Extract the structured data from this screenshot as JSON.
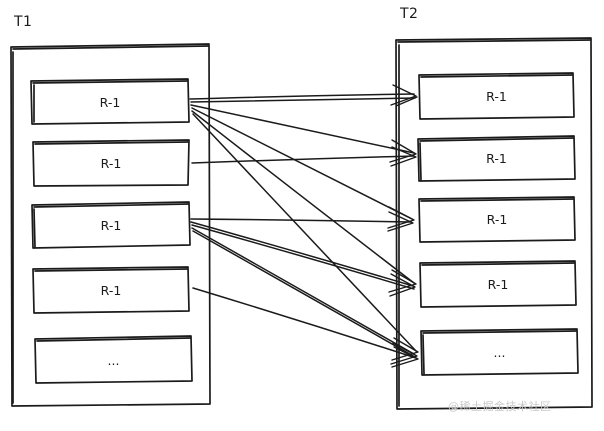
{
  "diagram": {
    "style": "hand-drawn sketch",
    "stroke_color": "#1b1b1b",
    "background_color": "#ffffff",
    "watermark": "@稀土掘金技术社区",
    "watermark_color": "#c9c9c9",
    "groups": [
      {
        "id": "t1",
        "title": "T1",
        "side": "left",
        "records": [
          {
            "id": "t1-r1",
            "label": "R-1"
          },
          {
            "id": "t1-r2",
            "label": "R-1"
          },
          {
            "id": "t1-r3",
            "label": "R-1"
          },
          {
            "id": "t1-r4",
            "label": "R-1"
          },
          {
            "id": "t1-r5",
            "label": "..."
          }
        ]
      },
      {
        "id": "t2",
        "title": "T2",
        "side": "right",
        "records": [
          {
            "id": "t2-r1",
            "label": "R-1"
          },
          {
            "id": "t2-r2",
            "label": "R-1"
          },
          {
            "id": "t2-r3",
            "label": "R-1"
          },
          {
            "id": "t2-r4",
            "label": "R-1"
          },
          {
            "id": "t2-r5",
            "label": "..."
          }
        ]
      }
    ],
    "edges": [
      {
        "from": "t1-r1",
        "to": "t2-r1"
      },
      {
        "from": "t1-r1",
        "to": "t2-r2"
      },
      {
        "from": "t1-r1",
        "to": "t2-r3"
      },
      {
        "from": "t1-r1",
        "to": "t2-r4"
      },
      {
        "from": "t1-r1",
        "to": "t2-r5"
      },
      {
        "from": "t1-r2",
        "to": "t2-r2"
      },
      {
        "from": "t1-r3",
        "to": "t2-r3"
      },
      {
        "from": "t1-r3",
        "to": "t2-r4"
      },
      {
        "from": "t1-r3",
        "to": "t2-r5"
      },
      {
        "from": "t1-r4",
        "to": "t2-r5"
      }
    ]
  }
}
